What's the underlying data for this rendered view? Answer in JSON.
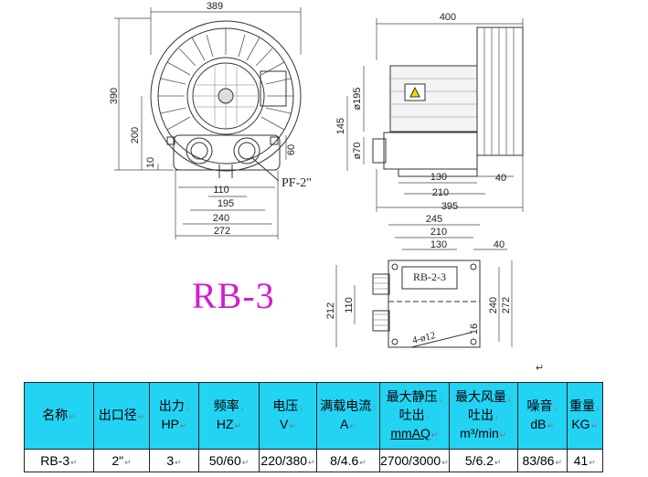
{
  "drawing": {
    "front_view": {
      "dims": [
        "389",
        "390",
        "200",
        "10",
        "60",
        "110",
        "195",
        "240",
        "272"
      ],
      "callout": "PF-2\""
    },
    "side_view": {
      "dims": [
        "400",
        "ø195",
        "145",
        "ø70",
        "130",
        "40",
        "210",
        "395"
      ]
    },
    "bottom_view": {
      "dims": [
        "245",
        "210",
        "130",
        "40",
        "212",
        "110",
        "16",
        "240",
        "272"
      ],
      "label": "RB-2-3",
      "holes": "4-ø12"
    },
    "model_title": "RB-3"
  },
  "return_mark": "↵",
  "spec_table": {
    "headers": [
      [
        "名称"
      ],
      [
        "出口径"
      ],
      [
        "出力",
        "HP"
      ],
      [
        "频率",
        "HZ"
      ],
      [
        "电压",
        "V"
      ],
      [
        "满载电流",
        "A"
      ],
      [
        "最大静压",
        "吐出",
        "mmAQ"
      ],
      [
        "最大风量",
        "吐出",
        "m³/min"
      ],
      [
        "噪音",
        "dB"
      ],
      [
        "重量",
        "KG"
      ]
    ],
    "rows": [
      [
        "RB-3",
        "2\"",
        "3",
        "50/60",
        "220/380",
        "8/4.6",
        "2700/3000",
        "5/6.2",
        "83/86",
        "41"
      ]
    ]
  }
}
